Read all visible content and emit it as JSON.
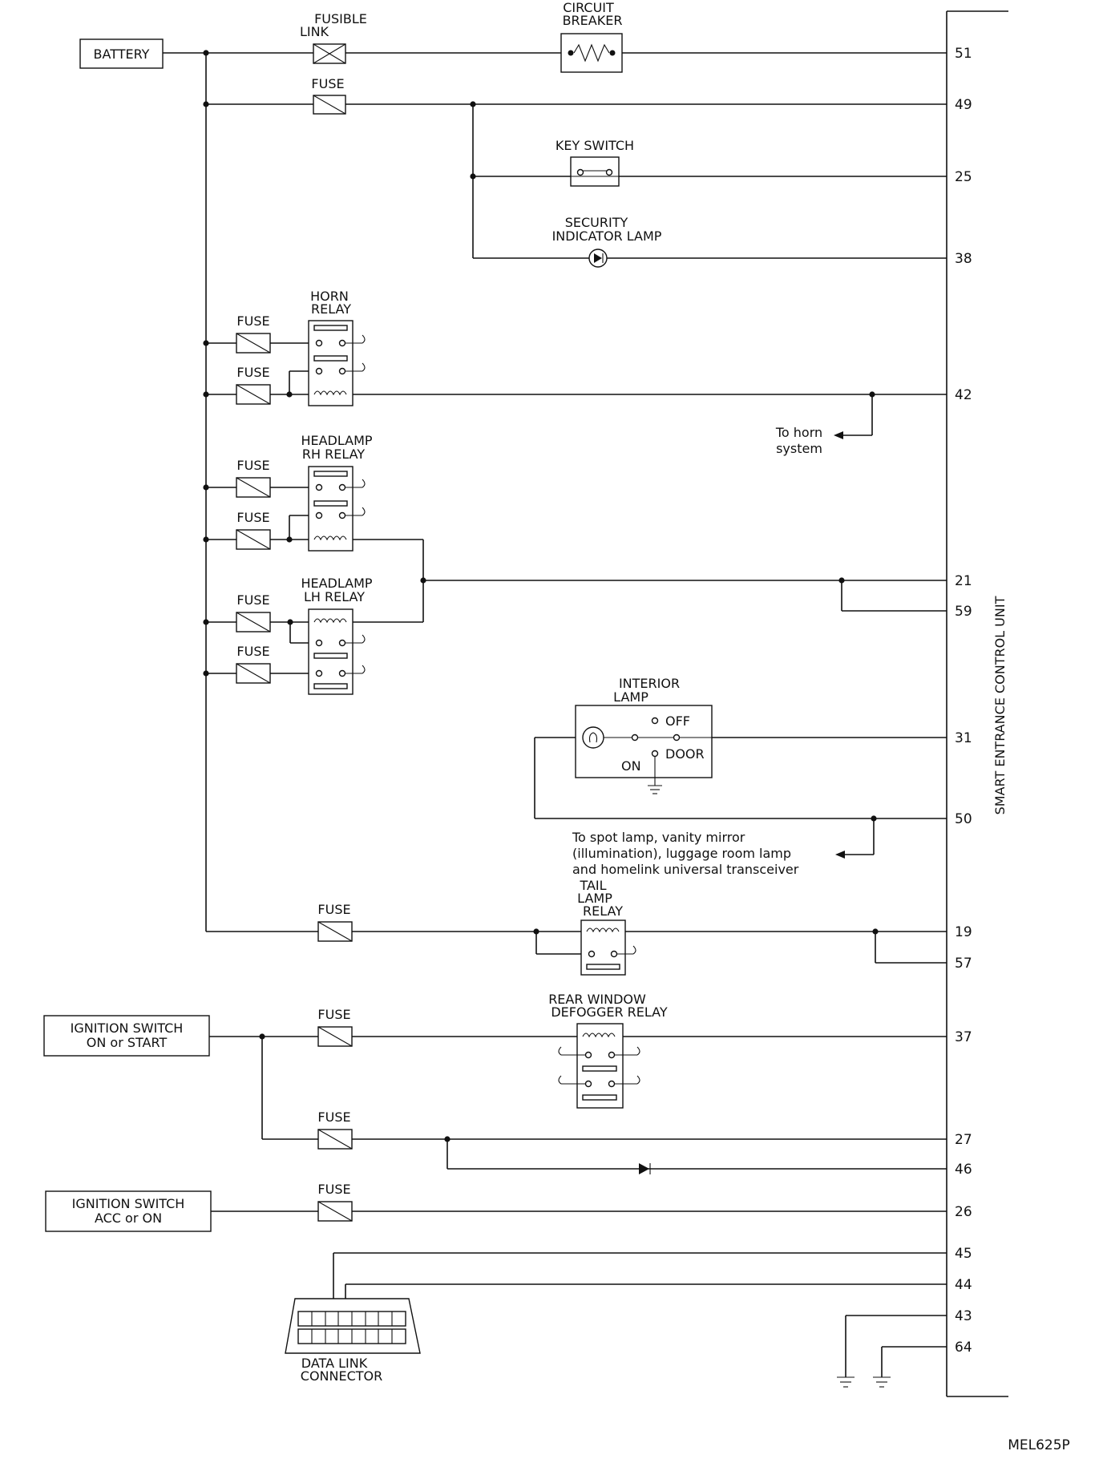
{
  "sources": {
    "battery": "BATTERY",
    "ign_on_start": [
      "IGNITION SWITCH",
      "ON or START"
    ],
    "ign_acc_on": [
      "IGNITION SWITCH",
      "ACC or ON"
    ]
  },
  "components": {
    "fusible_link": [
      "FUSIBLE",
      "LINK"
    ],
    "circuit_breaker": [
      "CIRCUIT",
      "BREAKER"
    ],
    "fuse": "FUSE",
    "key_switch": "KEY SWITCH",
    "security_lamp": [
      "SECURITY",
      "INDICATOR LAMP"
    ],
    "horn_relay": [
      "HORN",
      "RELAY"
    ],
    "headlamp_rh_relay": [
      "HEADLAMP",
      "RH RELAY"
    ],
    "headlamp_lh_relay": [
      "HEADLAMP",
      "LH RELAY"
    ],
    "interior_lamp": [
      "INTERIOR",
      "LAMP"
    ],
    "interior_off": "OFF",
    "interior_door": "DOOR",
    "interior_on": "ON",
    "tail_lamp_relay": [
      "TAIL",
      "LAMP",
      "RELAY"
    ],
    "rear_defogger_relay": [
      "REAR WINDOW",
      "DEFOGGER RELAY"
    ],
    "data_link_connector": [
      "DATA LINK",
      "CONNECTOR"
    ]
  },
  "notes": {
    "horn": [
      "To horn",
      "system"
    ],
    "spot": [
      "To spot lamp, vanity mirror",
      "(illumination), luggage room lamp",
      "and homelink universal transceiver"
    ]
  },
  "control_unit": "SMART ENTRANCE CONTROL UNIT",
  "pins": [
    "51",
    "49",
    "25",
    "38",
    "42",
    "21",
    "59",
    "31",
    "50",
    "19",
    "57",
    "37",
    "27",
    "46",
    "26",
    "45",
    "44",
    "43",
    "64"
  ],
  "reference_code": "MEL625P"
}
